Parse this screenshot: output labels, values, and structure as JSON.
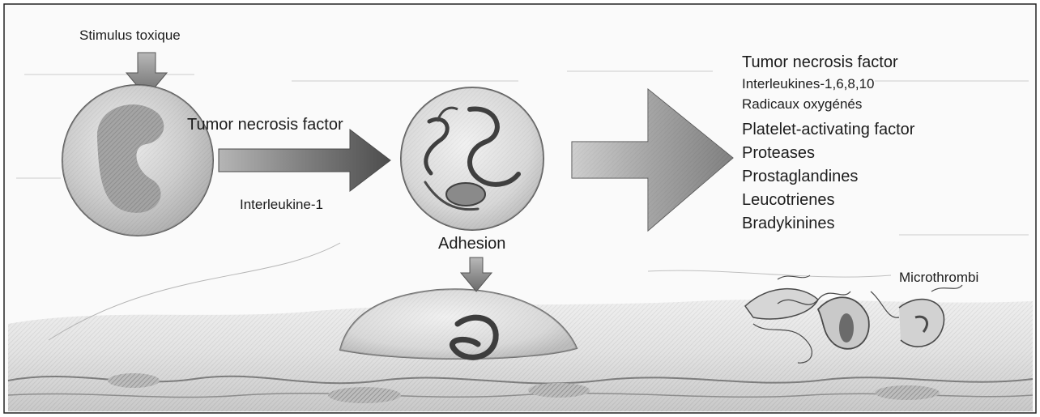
{
  "labels": {
    "stimulus": "Stimulus toxique",
    "tnf": "Tumor necrosis factor",
    "il1": "Interleukine-1",
    "adhesion": "Adhesion",
    "microthrombi": "Microthrombi"
  },
  "mediators": [
    "Tumor necrosis factor",
    "Interleukines-1,6,8,10",
    "Radicaux oxygénés",
    "Platelet-activating factor",
    "Proteases",
    "Prostaglandines",
    "Leucotrienes",
    "Bradykinines"
  ]
}
